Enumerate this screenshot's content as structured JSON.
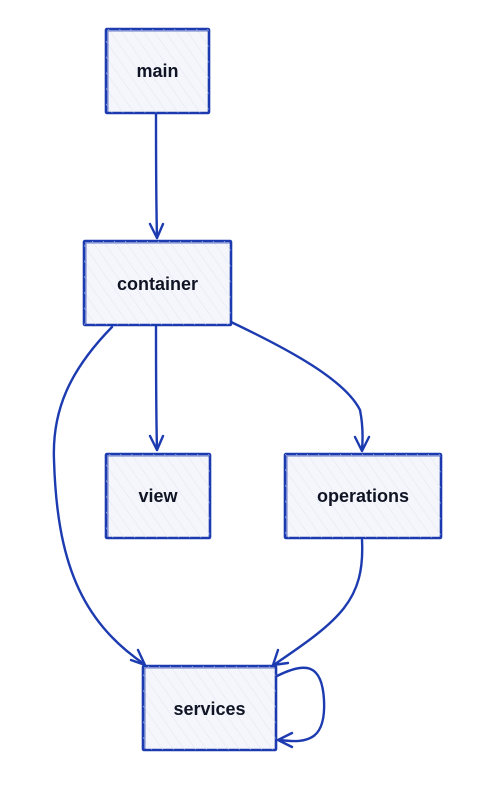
{
  "diagram": {
    "nodes": [
      {
        "id": "main",
        "label": "main"
      },
      {
        "id": "container",
        "label": "container"
      },
      {
        "id": "view",
        "label": "view"
      },
      {
        "id": "operations",
        "label": "operations"
      },
      {
        "id": "services",
        "label": "services"
      }
    ],
    "edges": [
      {
        "from": "main",
        "to": "container"
      },
      {
        "from": "container",
        "to": "view"
      },
      {
        "from": "container",
        "to": "operations"
      },
      {
        "from": "container",
        "to": "services"
      },
      {
        "from": "operations",
        "to": "services"
      },
      {
        "from": "services",
        "to": "services"
      }
    ],
    "colors": {
      "stroke": "#1d3bb0",
      "fill": "#f5f6fb",
      "text": "#101525"
    }
  }
}
